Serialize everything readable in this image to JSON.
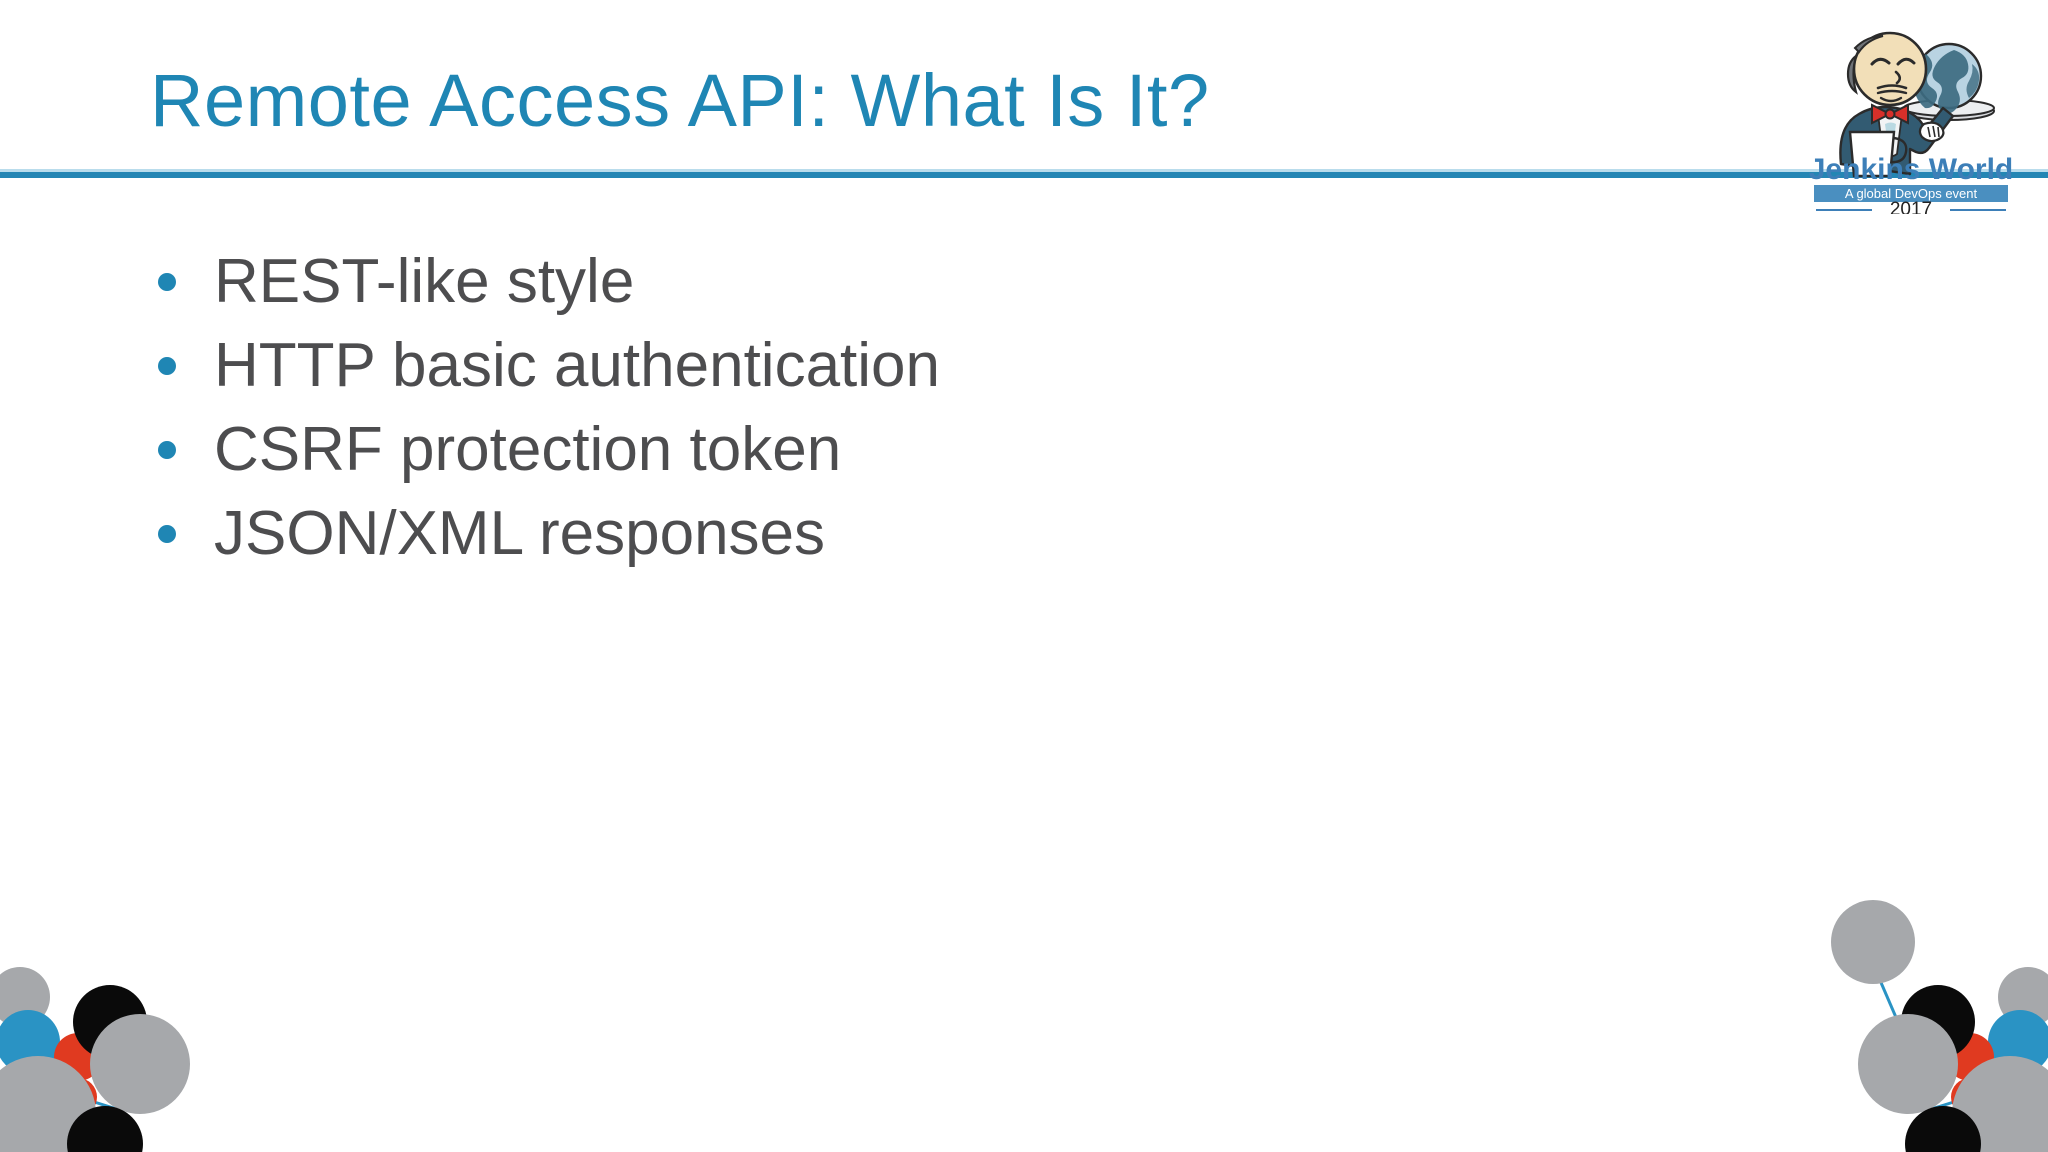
{
  "slide": {
    "title": "Remote Access API:  What Is It?",
    "bullets": [
      {
        "text": "REST-like style"
      },
      {
        "text": "HTTP basic authentication"
      },
      {
        "text": "CSRF protection token"
      },
      {
        "text": "JSON/XML responses"
      }
    ]
  },
  "logo": {
    "name": "Jenkins World",
    "tagline": "A global DevOps event",
    "year": "2017"
  },
  "colors": {
    "title_blue": "#1f86b4",
    "rule_blue": "#2486b4",
    "bullet_blue": "#1f86b4",
    "body_gray": "#4d4d4f",
    "node_gray": "#a6a8ab",
    "node_black": "#0a0a0a",
    "node_red": "#e03a20",
    "node_blue": "#2a93c4",
    "link_blue": "#2a93c4",
    "background": "#ffffff"
  }
}
